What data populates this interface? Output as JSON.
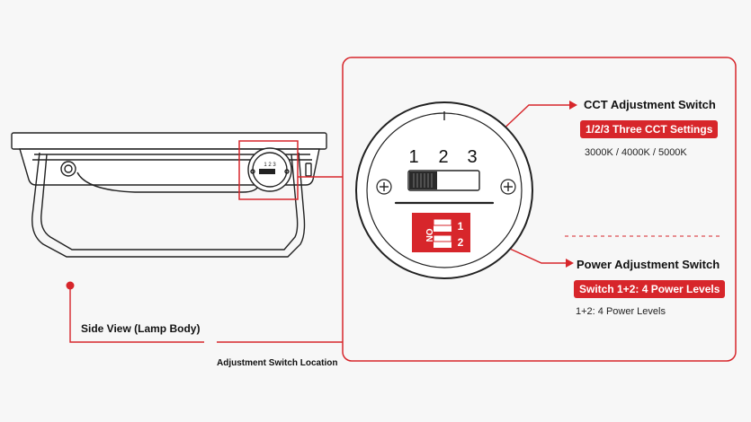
{
  "cct": {
    "title": "CCT Adjustment Switch",
    "badge": "1/2/3 Three CCT Settings",
    "values": "3000K / 4000K / 5000K",
    "positions": [
      "1",
      "2",
      "3"
    ]
  },
  "power": {
    "title": "Power Adjustment Switch",
    "badge": "Switch 1+2: 4 Power Levels",
    "values": "1+2: 4 Power Levels",
    "dip_on": "ON",
    "dip_numbers": [
      "1",
      "2"
    ]
  },
  "side_view_label": "Side View (Lamp Body)",
  "location_label": "Adjustment Switch Location",
  "mini_positions": "1 2 3",
  "colors": {
    "accent": "#d7262b",
    "line": "#222222",
    "bg": "#f7f7f7"
  }
}
